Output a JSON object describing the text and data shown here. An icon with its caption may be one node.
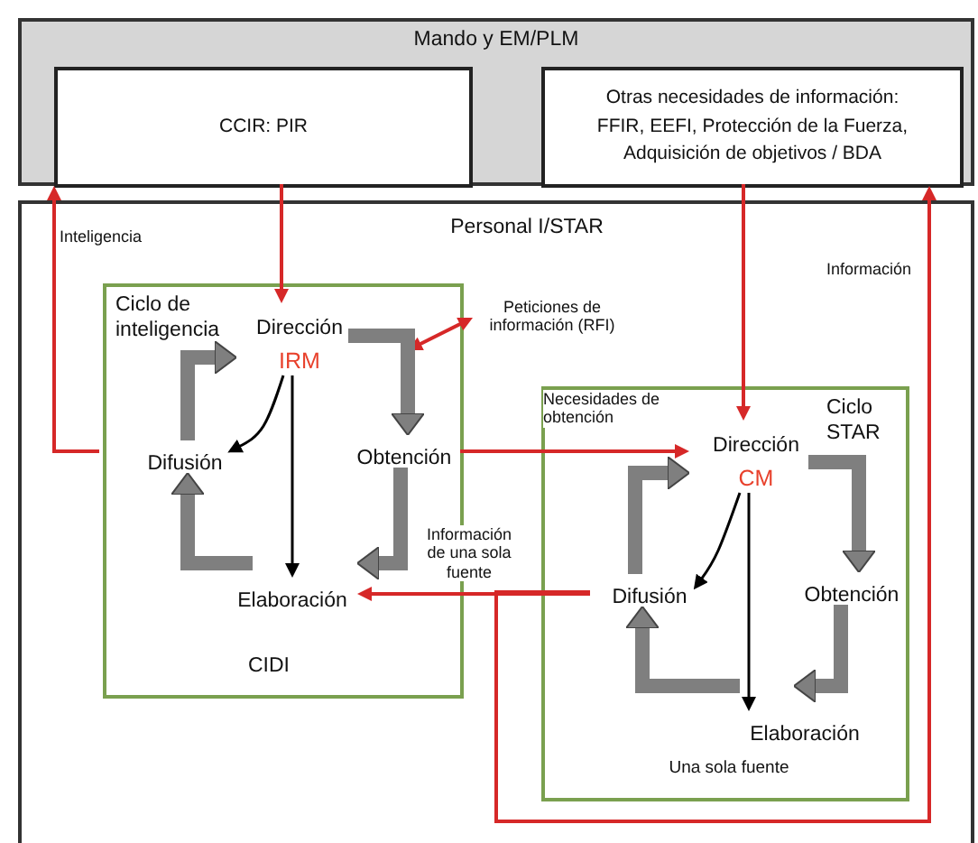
{
  "diagram": {
    "nodes": [
      {
        "text": [
          "Mando y EM/PLM"
        ]
      },
      {
        "text": [
          "CCIR: PIR"
        ],
        "in": 0
      },
      {
        "text": [
          "Otras necesidades de información: FFIR, EEFI, Protección de la Fuerza, Adquisición de objetivos / BDA"
        ],
        "in": 0
      },
      {
        "text": [
          "Personal I/STAR"
        ]
      },
      {
        "text": [
          "Ciclo de inteligencia",
          "CIDI"
        ],
        "in": 3
      },
      {
        "text": [
          "Dirección",
          "IRM"
        ],
        "in": 4
      },
      {
        "text": [
          "Obtención"
        ],
        "in": 4
      },
      {
        "text": [
          "Elaboración"
        ],
        "in": 4
      },
      {
        "text": [
          "Difusión"
        ],
        "in": 4
      },
      {
        "text": [
          "Ciclo STAR",
          "Una sola fuente"
        ],
        "in": 3
      },
      {
        "text": [
          "Dirección",
          "CM"
        ],
        "in": 9
      },
      {
        "text": [
          "Obtención"
        ],
        "in": 9
      },
      {
        "text": [
          "Elaboración"
        ],
        "in": 9
      },
      {
        "text": [
          "Difusión"
        ],
        "in": 9
      },
      {
        "text": [
          "Peticiones de información (RFI)"
        ],
        "in": 3
      }
    ],
    "edges": [
      {
        "from": 1,
        "to": 5,
        "arrow": "to",
        "color": "#d62828"
      },
      {
        "from": 2,
        "to": 10,
        "arrow": "to",
        "color": "#d62828"
      },
      {
        "from": 4,
        "to": 0,
        "arrow": "to",
        "label": "Inteligencia",
        "color": "#d62828"
      },
      {
        "from": 13,
        "to": 0,
        "arrow": "to",
        "label": "Información",
        "color": "#d62828"
      },
      {
        "from": 13,
        "to": 7,
        "arrow": "to",
        "label": "Información de una sola fuente",
        "color": "#d62828"
      },
      {
        "from": 6,
        "to": 10,
        "arrow": "to",
        "label": "Necesidades de obtención",
        "color": "#d62828"
      },
      {
        "from": 14,
        "to": 4,
        "arrow": "both",
        "color": "#d62828"
      },
      {
        "from": 5,
        "to": 8,
        "arrow": "to",
        "color": "#000000"
      },
      {
        "from": 5,
        "to": 7,
        "arrow": "to",
        "color": "#000000"
      },
      {
        "from": 10,
        "to": 13,
        "arrow": "to",
        "color": "#000000"
      },
      {
        "from": 10,
        "to": 12,
        "arrow": "to",
        "color": "#000000"
      },
      {
        "from": 5,
        "to": 6,
        "arrow": "to",
        "style": "thick"
      },
      {
        "from": 6,
        "to": 7,
        "arrow": "to",
        "style": "thick"
      },
      {
        "from": 7,
        "to": 8,
        "arrow": "to",
        "style": "thick"
      },
      {
        "from": 8,
        "to": 5,
        "arrow": "to",
        "style": "thick"
      },
      {
        "from": 10,
        "to": 11,
        "arrow": "to",
        "style": "thick"
      },
      {
        "from": 11,
        "to": 12,
        "arrow": "to",
        "style": "thick"
      },
      {
        "from": 12,
        "to": 13,
        "arrow": "to",
        "style": "thick"
      },
      {
        "from": 13,
        "to": 10,
        "arrow": "to",
        "style": "thick"
      }
    ]
  }
}
